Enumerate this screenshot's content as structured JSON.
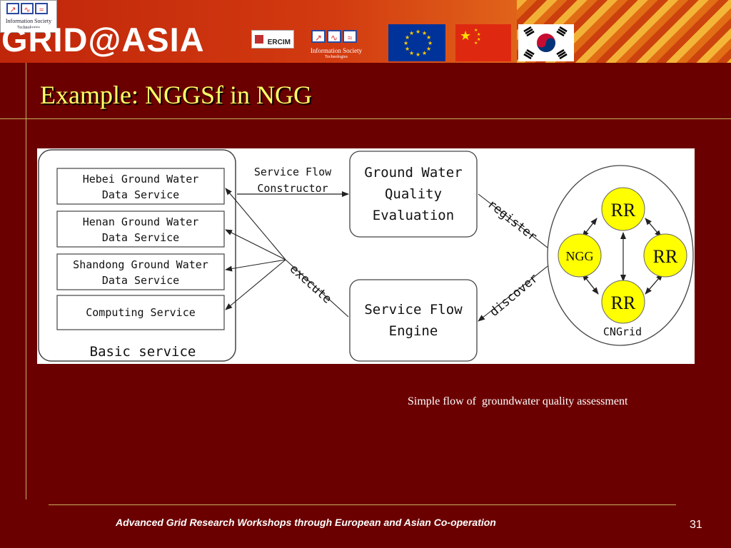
{
  "header": {
    "ist_logo_line1": "Information Society",
    "ist_logo_line2": "Technologies",
    "grid_title": "GRID@ASIA",
    "ercim_label": "ERCIM",
    "ist2_line1": "Information Society",
    "ist2_line2": "Technologies"
  },
  "slide": {
    "title": "Example: NGGSf in NGG",
    "caption": "Simple flow of  groundwater quality assessment",
    "footer": "Advanced Grid Research Workshops through European and Asian Co-operation",
    "page_number": "31"
  },
  "diagram": {
    "basic_service_label": "Basic service",
    "services": [
      {
        "line1": "Hebei Ground Water",
        "line2": "Data Service"
      },
      {
        "line1": "Henan Ground Water",
        "line2": "Data Service"
      },
      {
        "line1": "Shandong Ground Water",
        "line2": "Data Service"
      },
      {
        "line1": "Computing Service",
        "line2": ""
      }
    ],
    "constructor_line1": "Service Flow",
    "constructor_line2": "Constructor",
    "gwqe": [
      "Ground Water",
      "Quality",
      "Evaluation"
    ],
    "engine": [
      "Service Flow",
      "Engine"
    ],
    "execute_label": "execute",
    "register_label": "register",
    "discover_label": "discover",
    "ngg_label": "NGG",
    "rr_label": "RR",
    "cngrid_label": "CNGrid"
  },
  "colors": {
    "background": "#6b0000",
    "title": "#ffff66",
    "node_fill": "#ffff00"
  }
}
